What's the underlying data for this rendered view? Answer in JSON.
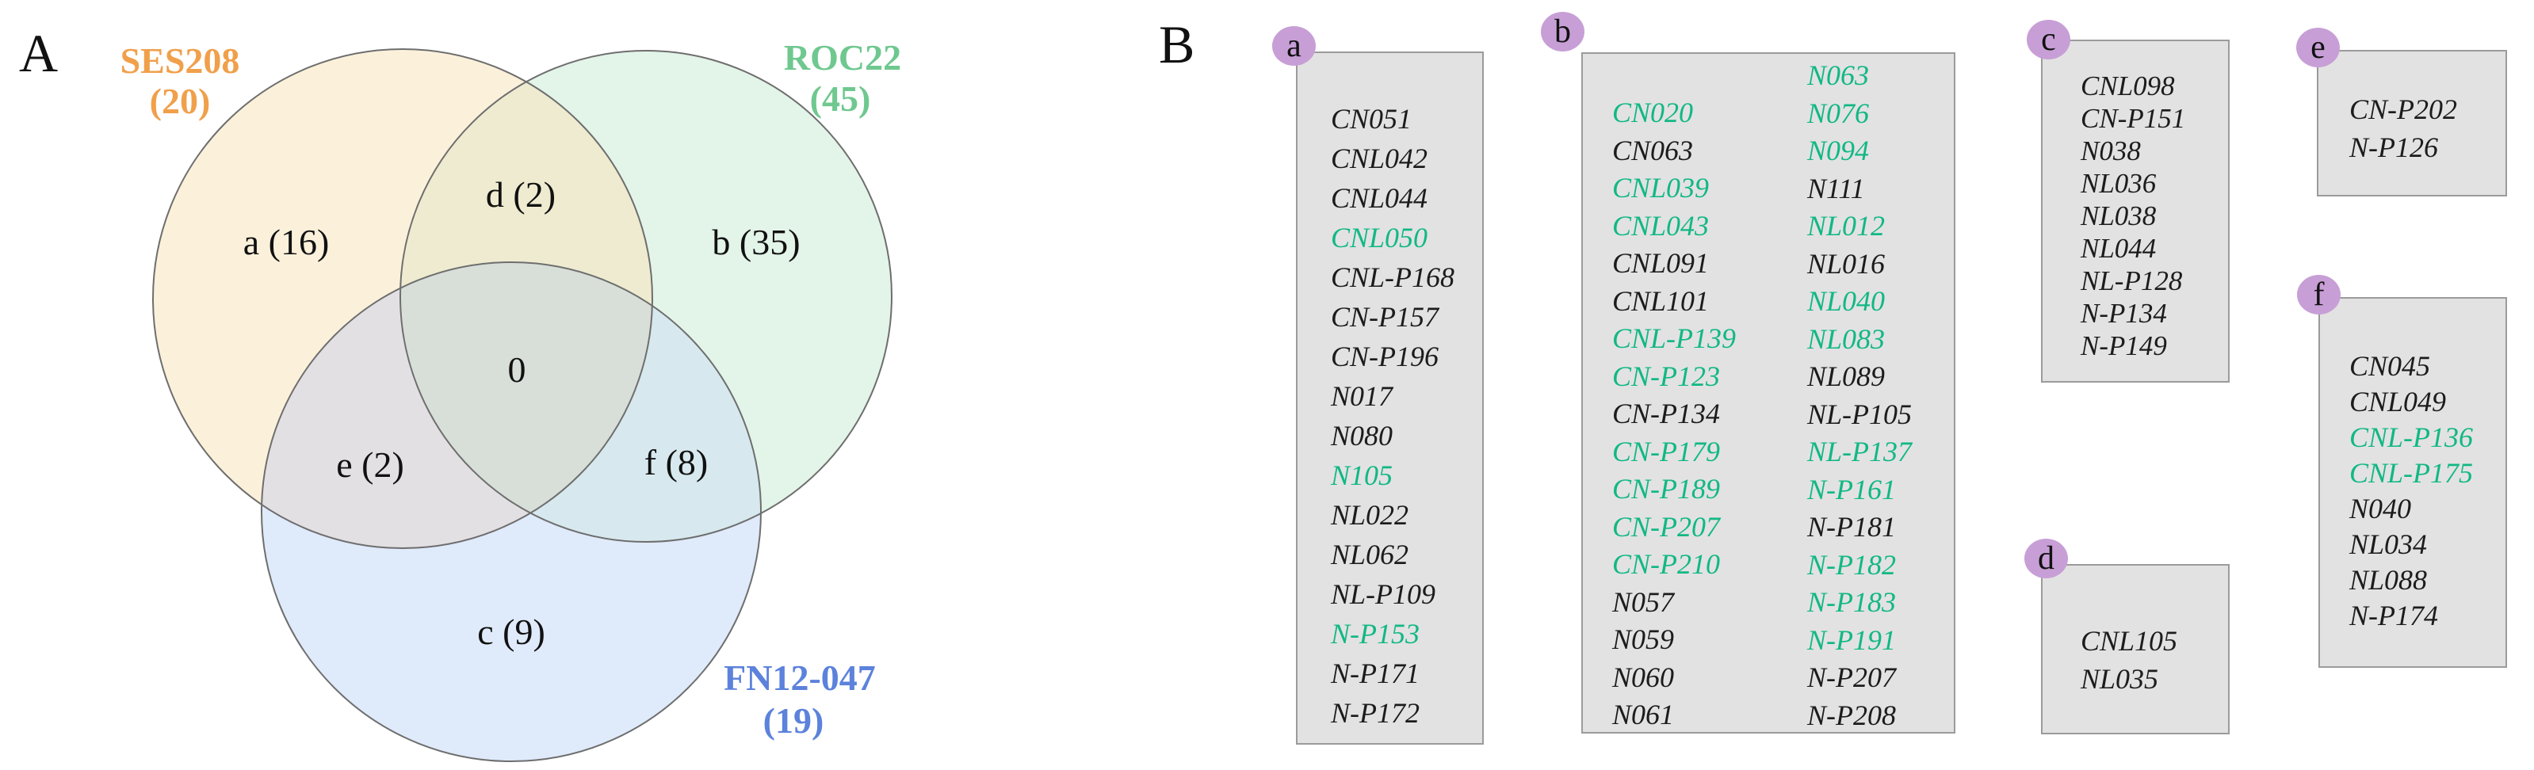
{
  "colors": {
    "highlight_green": "#11B884",
    "badge_purple": "#C79FD6",
    "box_bg": "#E2E2E2",
    "box_border": "#9B9B9B",
    "venn_stroke": "#6E6E6E",
    "ses208_label_color": "#F0A04B",
    "roc22_label_color": "#6FC88F",
    "fn12047_label_color": "#5C82DB",
    "ses208_fill": "#FBF1DB",
    "roc22_fill": "#E3F4E9",
    "fn12047_fill": "#DFEAFA",
    "overlap_d_fill": "#EEEBD0",
    "overlap_e_fill": "#E3E0E4",
    "overlap_f_fill": "#D7E9EE",
    "overlap_center_fill": "#D8DFD9"
  },
  "panelA": {
    "label": "A",
    "sets": {
      "ses208": {
        "name": "SES208",
        "count": "(20)",
        "total": 20
      },
      "roc22": {
        "name": "ROC22",
        "count": "(45)",
        "total": 45
      },
      "fn12047": {
        "name": "FN12-047",
        "count": "(19)",
        "total": 19
      }
    },
    "regions": {
      "a": {
        "label": "a (16)",
        "count": 16
      },
      "b": {
        "label": "b (35)",
        "count": 35
      },
      "c": {
        "label": "c (9)",
        "count": 9
      },
      "d": {
        "label": "d (2)",
        "count": 2
      },
      "e": {
        "label": "e (2)",
        "count": 2
      },
      "f": {
        "label": "f (8)",
        "count": 8
      },
      "center": {
        "label": "0",
        "count": 0
      }
    }
  },
  "panelB": {
    "label": "B",
    "groups": [
      {
        "badge": "a",
        "columns": [
          [
            {
              "t": "CN051",
              "hl": false
            },
            {
              "t": "CNL042",
              "hl": false
            },
            {
              "t": "CNL044",
              "hl": false
            },
            {
              "t": "CNL050",
              "hl": true
            },
            {
              "t": "CNL-P168",
              "hl": false
            },
            {
              "t": "CN-P157",
              "hl": false
            },
            {
              "t": "CN-P196",
              "hl": false
            },
            {
              "t": "N017",
              "hl": false
            },
            {
              "t": "N080",
              "hl": false
            },
            {
              "t": "N105",
              "hl": true
            },
            {
              "t": "NL022",
              "hl": false
            },
            {
              "t": "NL062",
              "hl": false
            },
            {
              "t": "NL-P109",
              "hl": false
            },
            {
              "t": "N-P153",
              "hl": true
            },
            {
              "t": "N-P171",
              "hl": false
            },
            {
              "t": "N-P172",
              "hl": false
            }
          ]
        ]
      },
      {
        "badge": "b",
        "columns": [
          [
            {
              "t": "CN020",
              "hl": true
            },
            {
              "t": "CN063",
              "hl": false
            },
            {
              "t": "CNL039",
              "hl": true
            },
            {
              "t": "CNL043",
              "hl": true
            },
            {
              "t": "CNL091",
              "hl": false
            },
            {
              "t": "CNL101",
              "hl": false
            },
            {
              "t": "CNL-P139",
              "hl": true
            },
            {
              "t": "CN-P123",
              "hl": true
            },
            {
              "t": "CN-P134",
              "hl": false
            },
            {
              "t": "CN-P179",
              "hl": true
            },
            {
              "t": "CN-P189",
              "hl": true
            },
            {
              "t": "CN-P207",
              "hl": true
            },
            {
              "t": "CN-P210",
              "hl": true
            },
            {
              "t": "N057",
              "hl": false
            },
            {
              "t": "N059",
              "hl": false
            },
            {
              "t": "N060",
              "hl": false
            },
            {
              "t": "N061",
              "hl": false
            }
          ],
          [
            {
              "t": "N063",
              "hl": true
            },
            {
              "t": "N076",
              "hl": true
            },
            {
              "t": "N094",
              "hl": true
            },
            {
              "t": "N111",
              "hl": false
            },
            {
              "t": "NL012",
              "hl": true
            },
            {
              "t": "NL016",
              "hl": false
            },
            {
              "t": "NL040",
              "hl": true
            },
            {
              "t": "NL083",
              "hl": true
            },
            {
              "t": "NL089",
              "hl": false
            },
            {
              "t": "NL-P105",
              "hl": false
            },
            {
              "t": "NL-P137",
              "hl": true
            },
            {
              "t": "N-P161",
              "hl": true
            },
            {
              "t": "N-P181",
              "hl": false
            },
            {
              "t": "N-P182",
              "hl": true
            },
            {
              "t": "N-P183",
              "hl": true
            },
            {
              "t": "N-P191",
              "hl": true
            },
            {
              "t": "N-P207",
              "hl": false
            },
            {
              "t": "N-P208",
              "hl": false
            }
          ]
        ]
      },
      {
        "badge": "c",
        "columns": [
          [
            {
              "t": "CNL098",
              "hl": false
            },
            {
              "t": "CN-P151",
              "hl": false
            },
            {
              "t": "N038",
              "hl": false
            },
            {
              "t": "NL036",
              "hl": false
            },
            {
              "t": "NL038",
              "hl": false
            },
            {
              "t": "NL044",
              "hl": false
            },
            {
              "t": "NL-P128",
              "hl": false
            },
            {
              "t": "N-P134",
              "hl": false
            },
            {
              "t": "N-P149",
              "hl": false
            }
          ]
        ]
      },
      {
        "badge": "d",
        "columns": [
          [
            {
              "t": "CNL105",
              "hl": false
            },
            {
              "t": "NL035",
              "hl": false
            }
          ]
        ]
      },
      {
        "badge": "e",
        "columns": [
          [
            {
              "t": "CN-P202",
              "hl": false
            },
            {
              "t": "N-P126",
              "hl": false
            }
          ]
        ]
      },
      {
        "badge": "f",
        "columns": [
          [
            {
              "t": "CN045",
              "hl": false
            },
            {
              "t": "CNL049",
              "hl": false
            },
            {
              "t": "CNL-P136",
              "hl": true
            },
            {
              "t": "CNL-P175",
              "hl": true
            },
            {
              "t": "N040",
              "hl": false
            },
            {
              "t": "NL034",
              "hl": false
            },
            {
              "t": "NL088",
              "hl": false
            },
            {
              "t": "N-P174",
              "hl": false
            }
          ]
        ]
      }
    ]
  }
}
